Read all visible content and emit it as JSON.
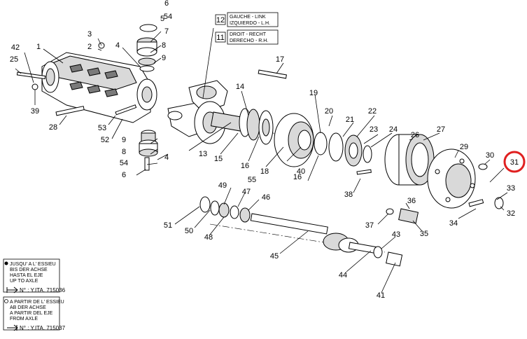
{
  "labels": {
    "gauche_fr": "GAUCHE - LINK",
    "gauche_es": "IZQUIERDO - L.H.",
    "droit_fr": "DROIT - RECHT",
    "droit_es": "DERECHO - R.H.",
    "num_12": "12",
    "num_11": "11"
  },
  "callouts": [
    "1",
    "2",
    "3",
    "4",
    "5",
    "6",
    "7",
    "8",
    "9",
    "11",
    "12",
    "13",
    "14",
    "15",
    "16",
    "17",
    "18",
    "19",
    "20",
    "21",
    "22",
    "23",
    "24",
    "25",
    "26",
    "27",
    "28",
    "29",
    "30",
    "31",
    "32",
    "33",
    "34",
    "35",
    "36",
    "37",
    "38",
    "39",
    "40",
    "41",
    "42",
    "43",
    "44",
    "45",
    "46",
    "47",
    "48",
    "49",
    "50",
    "51",
    "52",
    "53",
    "54",
    "55"
  ],
  "legend": {
    "jusqu_lines": [
      "JUSQU' A L' ESSIEU",
      "BIS DER ACHSE",
      "HASTA EL EJE",
      "UP TO AXLE"
    ],
    "jusqu_serial": "N° : Y.ITA. 715036",
    "partir_lines": [
      "A PARTIR DE L' ESSIEU",
      "AB DER ACHSE",
      "A PARTIR DEL EJE",
      "FROM AXLE"
    ],
    "partir_serial": "N° : Y.ITA. 715037"
  },
  "highlight": {
    "callout": "31",
    "color": "#e02020"
  }
}
